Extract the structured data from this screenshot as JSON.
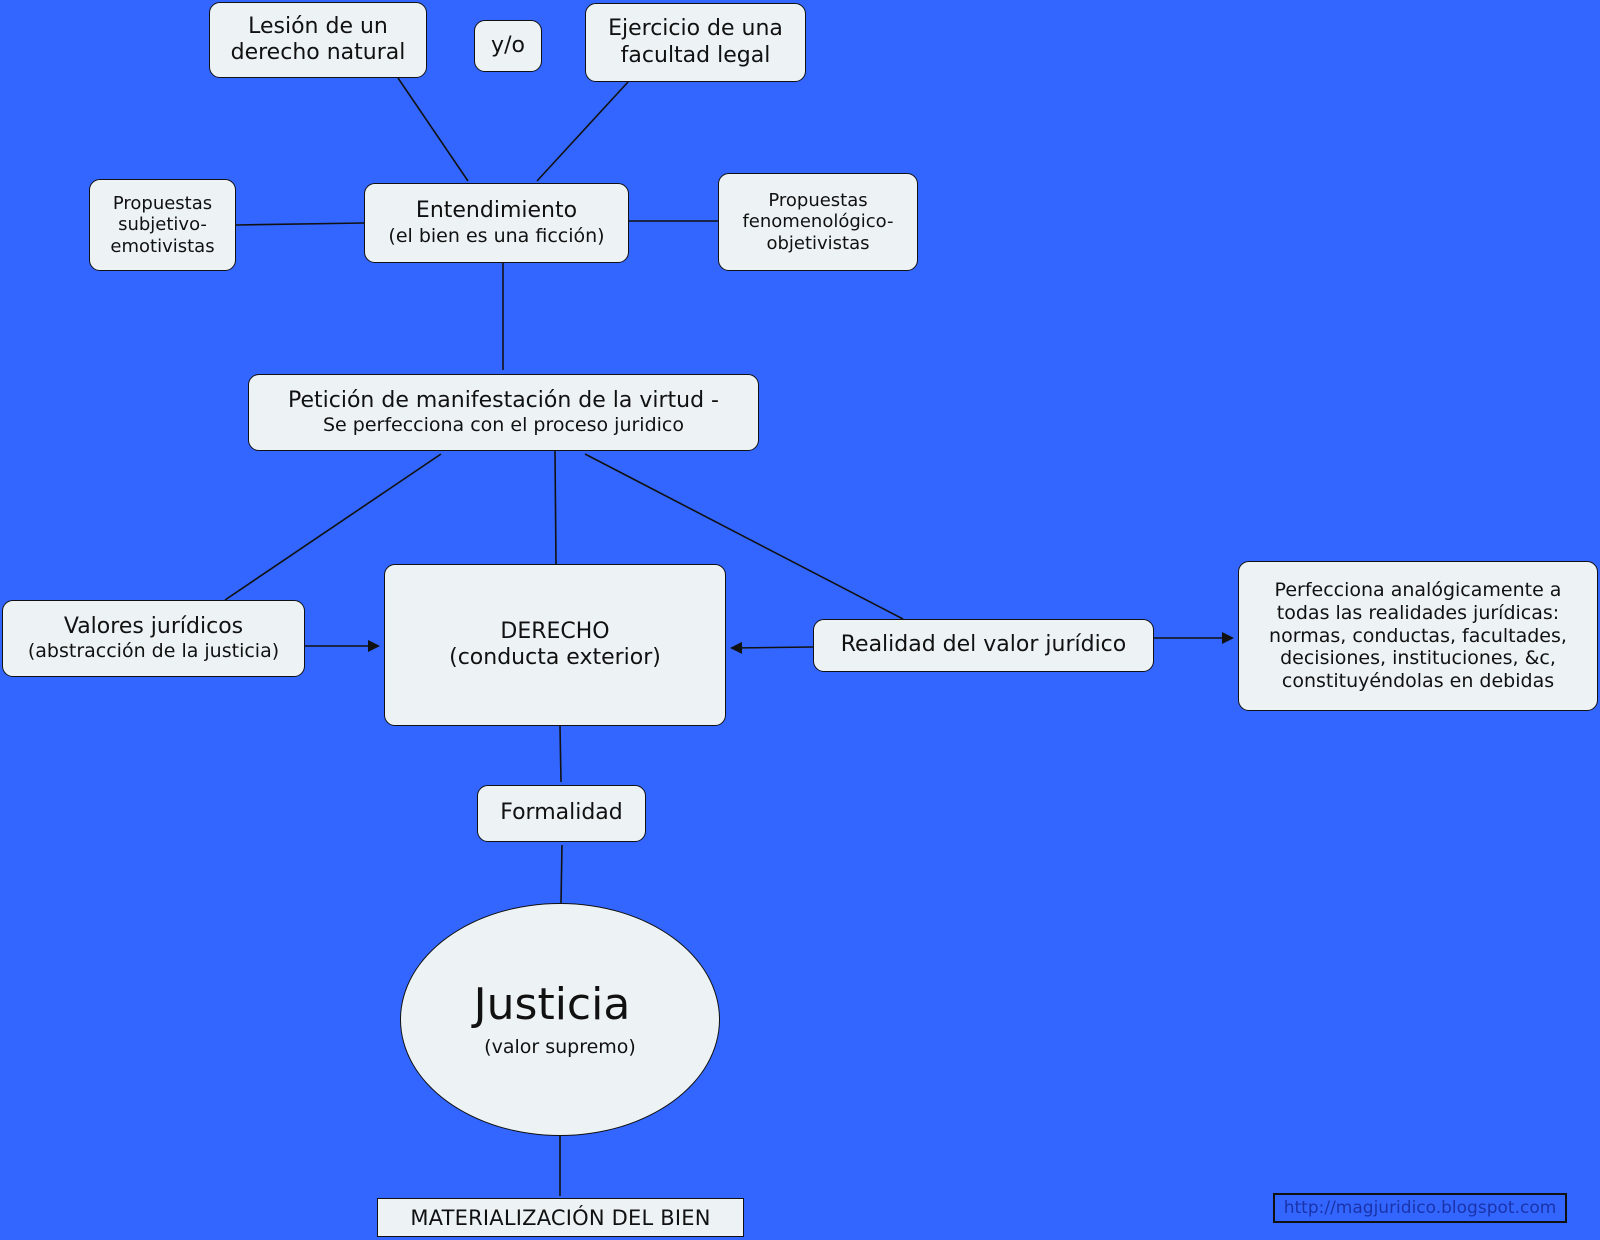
{
  "nodes": {
    "lesion": [
      "Lesión de un",
      "derecho natural"
    ],
    "yo": "y/o",
    "ejercicio": [
      "Ejercicio de una",
      "facultad legal"
    ],
    "subjetivo": [
      "Propuestas",
      "subjetivo-",
      "emotivistas"
    ],
    "entendimiento": [
      "Entendimiento",
      "(el bien es una ficción)"
    ],
    "fenomenologico": [
      "Propuestas",
      "fenomenológico-",
      "objetivistas"
    ],
    "peticion": [
      "Petición de manifestación de la virtud -",
      "Se perfecciona con el proceso juridico"
    ],
    "valores": [
      "Valores jurídicos",
      "(abstracción de la justicia)"
    ],
    "derecho": [
      "DERECHO",
      "(conducta exterior)"
    ],
    "realidad": "Realidad del valor jurídico",
    "perfecciona": [
      "Perfecciona analógicamente a",
      "todas las realidades jurídicas:",
      "normas, conductas, facultades,",
      "decisiones, instituciones, &c,",
      "constituyéndolas en debidas"
    ],
    "formalidad": "Formalidad",
    "justicia": [
      "Justicia",
      "(valor supremo)"
    ],
    "materializacion": "MATERIALIZACIÓN DEL BIEN"
  },
  "watermark_url": "http://magjuridico.blogspot.com",
  "colors": {
    "background": "#3366ff",
    "node_fill": "#edf3f5",
    "line": "#111111"
  }
}
